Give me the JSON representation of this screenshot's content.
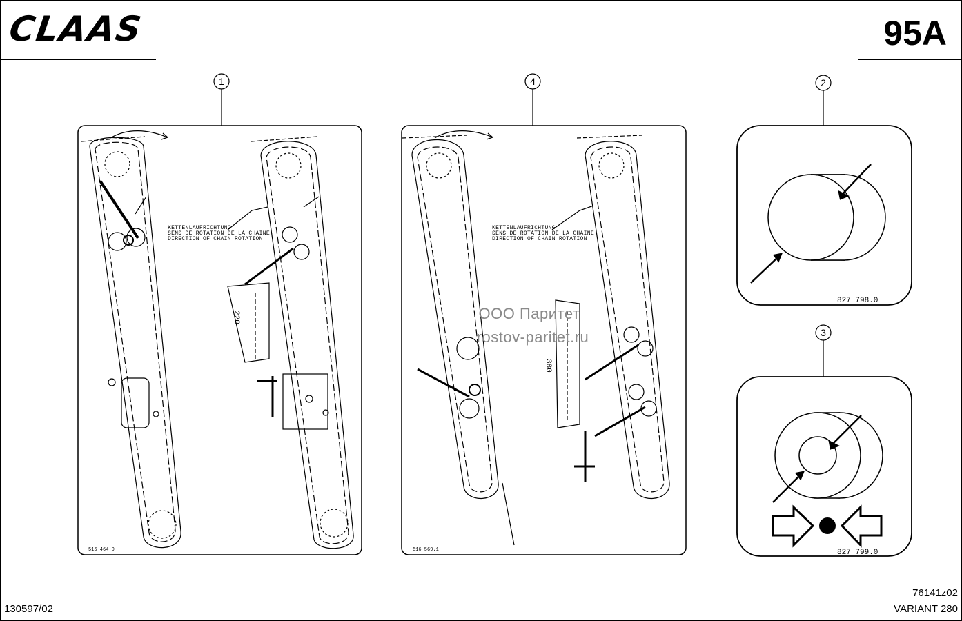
{
  "header": {
    "brand": "CLAAS",
    "page_code": "95A"
  },
  "callouts": [
    {
      "number": "1",
      "part_number": "516 464.0"
    },
    {
      "number": "4",
      "part_number": "516 569.1"
    },
    {
      "number": "2",
      "part_number": "827 798.0"
    },
    {
      "number": "3",
      "part_number": "827 799.0"
    }
  ],
  "chain_label": {
    "line1": "KETTENLAUFRICHTUNG",
    "line2": "SENS DE ROTATION DE LA CHAINE",
    "line3": "DIRECTION OF CHAIN ROTATION"
  },
  "dimensions": {
    "panel1": "220",
    "panel4": "380"
  },
  "watermark": {
    "line1": "ООО Паритет",
    "line2": "rostov-paritet.ru"
  },
  "footer": {
    "doc_date": "130597/02",
    "doc_ref": "76141z02",
    "variant": "VARIANT 280"
  }
}
